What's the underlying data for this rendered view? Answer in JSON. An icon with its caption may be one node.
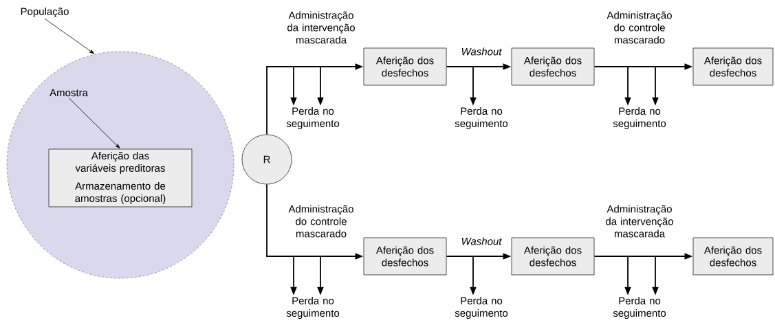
{
  "diagram": {
    "nodes": [
      {
        "text": [
          "População"
        ]
      },
      {
        "text": [],
        "shape": "circle"
      },
      {
        "text": [
          "Amostra"
        ],
        "in": 1
      },
      {
        "text": [
          "Aferição das variáveis preditoras",
          "Armazenamento de amostras (opcional)"
        ],
        "in": 1
      },
      {
        "text": [
          "R"
        ]
      },
      {
        "text": [
          "Aferição dos desfechos"
        ]
      },
      {
        "text": [
          "Aferição dos desfechos"
        ]
      },
      {
        "text": [
          "Aferição dos desfechos"
        ]
      },
      {
        "text": [
          "Aferição dos desfechos"
        ]
      },
      {
        "text": [
          "Aferição dos desfechos"
        ]
      },
      {
        "text": [
          "Aferição dos desfechos"
        ]
      },
      {
        "text": [
          "Perda no seguimento"
        ]
      },
      {
        "text": [
          "Perda no seguimento"
        ]
      },
      {
        "text": [
          "Perda no seguimento"
        ]
      },
      {
        "text": [
          "Perda no seguimento"
        ]
      },
      {
        "text": [
          "Perda no seguimento"
        ]
      },
      {
        "text": [
          "Perda no seguimento"
        ]
      }
    ],
    "edges": [
      {
        "from": 0,
        "to": 1,
        "arrow": "to"
      },
      {
        "from": 2,
        "to": 3,
        "arrow": "to"
      },
      {
        "from": 4,
        "to": 5,
        "arrow": "to",
        "label": "Administração da intervenção mascarada"
      },
      {
        "from": 5,
        "to": 6,
        "arrow": "to",
        "label": "Washout"
      },
      {
        "from": 6,
        "to": 7,
        "arrow": "to",
        "label": "Administração do controle mascarado"
      },
      {
        "from": 4,
        "to": 8,
        "arrow": "to",
        "label": "Administração do controle mascarado"
      },
      {
        "from": 8,
        "to": 9,
        "arrow": "to",
        "label": "Washout"
      },
      {
        "from": 9,
        "to": 10,
        "arrow": "to",
        "label": "Administração da intervenção mascarada"
      },
      {
        "from": null,
        "to": 11,
        "arrow": "to"
      },
      {
        "from": null,
        "to": 11,
        "arrow": "to"
      },
      {
        "from": null,
        "to": 12,
        "arrow": "to"
      },
      {
        "from": null,
        "to": 13,
        "arrow": "to"
      },
      {
        "from": null,
        "to": 13,
        "arrow": "to"
      },
      {
        "from": null,
        "to": 14,
        "arrow": "to"
      },
      {
        "from": null,
        "to": 14,
        "arrow": "to"
      },
      {
        "from": null,
        "to": 15,
        "arrow": "to"
      },
      {
        "from": null,
        "to": 16,
        "arrow": "to"
      },
      {
        "from": null,
        "to": 16,
        "arrow": "to"
      }
    ]
  }
}
